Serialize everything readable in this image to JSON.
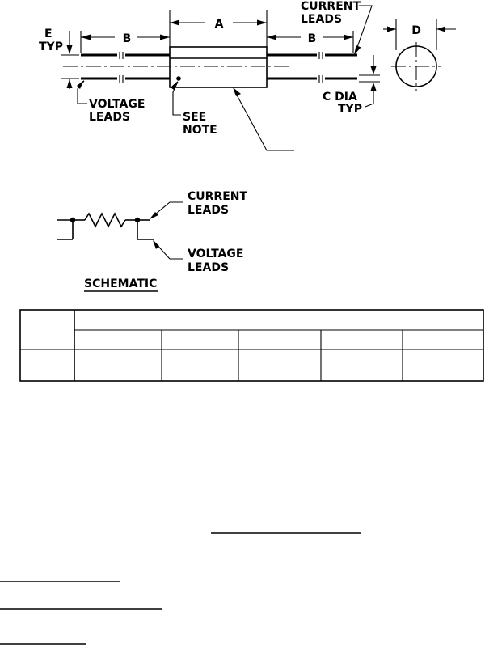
{
  "drawing": {
    "dim_a": "A",
    "dim_b_left": "B",
    "dim_b_right": "B",
    "dim_d": "D",
    "dim_e_line1": "E",
    "dim_e_line2": "TYP",
    "current_leads_line1": "CURRENT",
    "current_leads_line2": "LEADS",
    "voltage_leads_line1": "VOLTAGE",
    "voltage_leads_line2": "LEADS",
    "see_note_line1": "SEE",
    "see_note_line2": "NOTE",
    "c_dia_line1": "C DIA",
    "c_dia_line2": "TYP"
  },
  "schematic": {
    "current_leads_line1": "CURRENT",
    "current_leads_line2": "LEADS",
    "voltage_leads_line1": "VOLTAGE",
    "voltage_leads_line2": "LEADS",
    "title": "SCHEMATIC"
  },
  "table": {
    "header_row": [
      "",
      "",
      "",
      "",
      "",
      ""
    ],
    "data_row": [
      "",
      "",
      "",
      "",
      "",
      ""
    ]
  }
}
